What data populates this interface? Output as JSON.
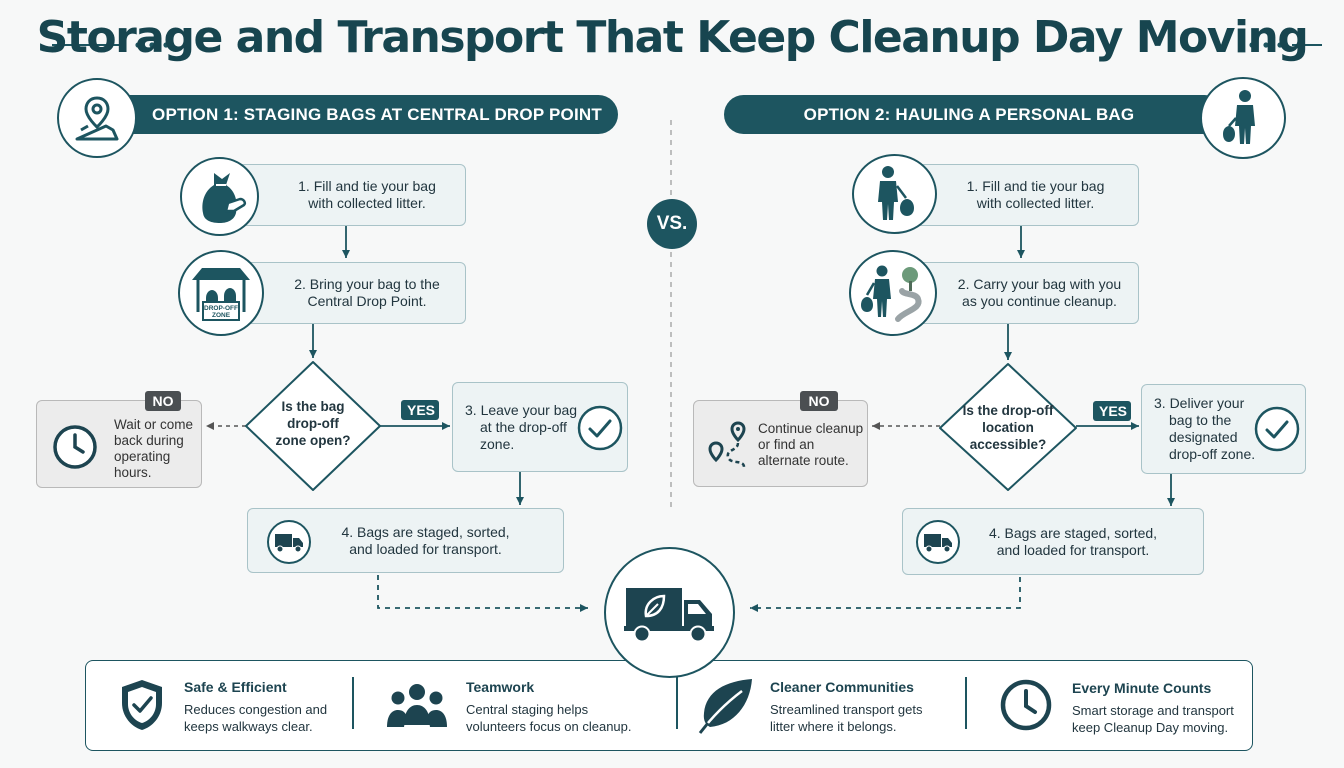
{
  "title": "Storage and Transport That Keep Cleanup Day Moving",
  "option1": {
    "banner": "OPTION 1: STAGING BAGS AT CENTRAL DROP POINT",
    "step1": [
      "1. Fill and tie your bag",
      "with collected litter."
    ],
    "step2": [
      "2. Bring your bag to the",
      "Central Drop Point."
    ],
    "drop_zone_sign": [
      "DROP-OFF",
      "ZONE"
    ],
    "decision": [
      "Is the bag",
      "drop-off",
      "zone open?"
    ],
    "yes_label": "YES",
    "no_label": "NO",
    "no_text": [
      "Wait or come",
      "back during",
      "operating",
      "hours."
    ],
    "step3": [
      "3. Leave your bag",
      "at the drop-off",
      "zone."
    ],
    "step4": [
      "4. Bags are staged, sorted,",
      "and loaded for transport."
    ]
  },
  "vs_label": "VS.",
  "option2": {
    "banner": "OPTION 2: HAULING A PERSONAL BAG",
    "step1": [
      "1. Fill and tie your bag",
      "with collected litter."
    ],
    "step2": [
      "2. Carry your bag with you",
      "as you continue cleanup."
    ],
    "decision": [
      "Is the drop-off",
      "location",
      "accessible?"
    ],
    "yes_label": "YES",
    "no_label": "NO",
    "no_text": [
      "Continue cleanup",
      "or find an",
      "alternate route."
    ],
    "step3": [
      "3. Deliver your",
      "bag to the",
      "designated",
      "drop-off zone."
    ],
    "step4": [
      "4. Bags are staged, sorted,",
      "and loaded for transport."
    ]
  },
  "benefits": [
    {
      "title": "Safe & Efficient",
      "text": [
        "Reduces congestion and",
        "keeps walkways clear."
      ],
      "icon": "shield-check-icon"
    },
    {
      "title": "Teamwork",
      "text": [
        "Central staging helps",
        "volunteers focus on cleanup."
      ],
      "icon": "team-icon"
    },
    {
      "title": "Cleaner Communities",
      "text": [
        "Streamlined transport gets",
        "litter where it belongs."
      ],
      "icon": "leaf-icon"
    },
    {
      "title": "Every Minute Counts",
      "text": [
        "Smart storage and transport",
        "keep Cleanup Day moving."
      ],
      "icon": "clock-icon"
    }
  ],
  "colors": {
    "primary": "#1d5560",
    "box_fill": "#edf3f4",
    "box_border": "#a9c3c8",
    "no_fill": "#ececec",
    "no_tag": "#4b4f52"
  }
}
